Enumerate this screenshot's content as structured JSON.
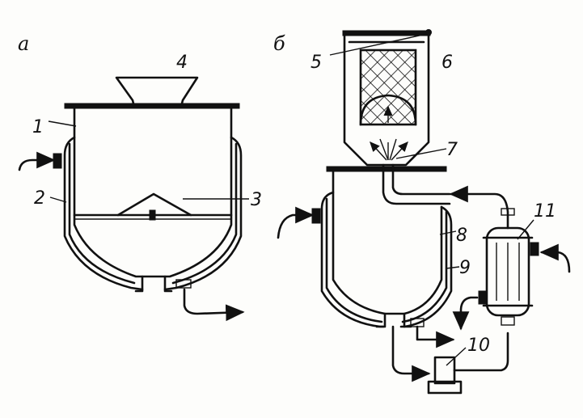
{
  "figure": {
    "panel_a": "а",
    "panel_b": "б",
    "callouts": {
      "c1": "1",
      "c2": "2",
      "c3": "3",
      "c4": "4",
      "c5": "5",
      "c6": "6",
      "c7": "7",
      "c8": "8",
      "c9": "9",
      "c10": "10",
      "c11": "11"
    }
  },
  "colors": {
    "ink": "#111111",
    "paper": "#fdfdfb"
  }
}
